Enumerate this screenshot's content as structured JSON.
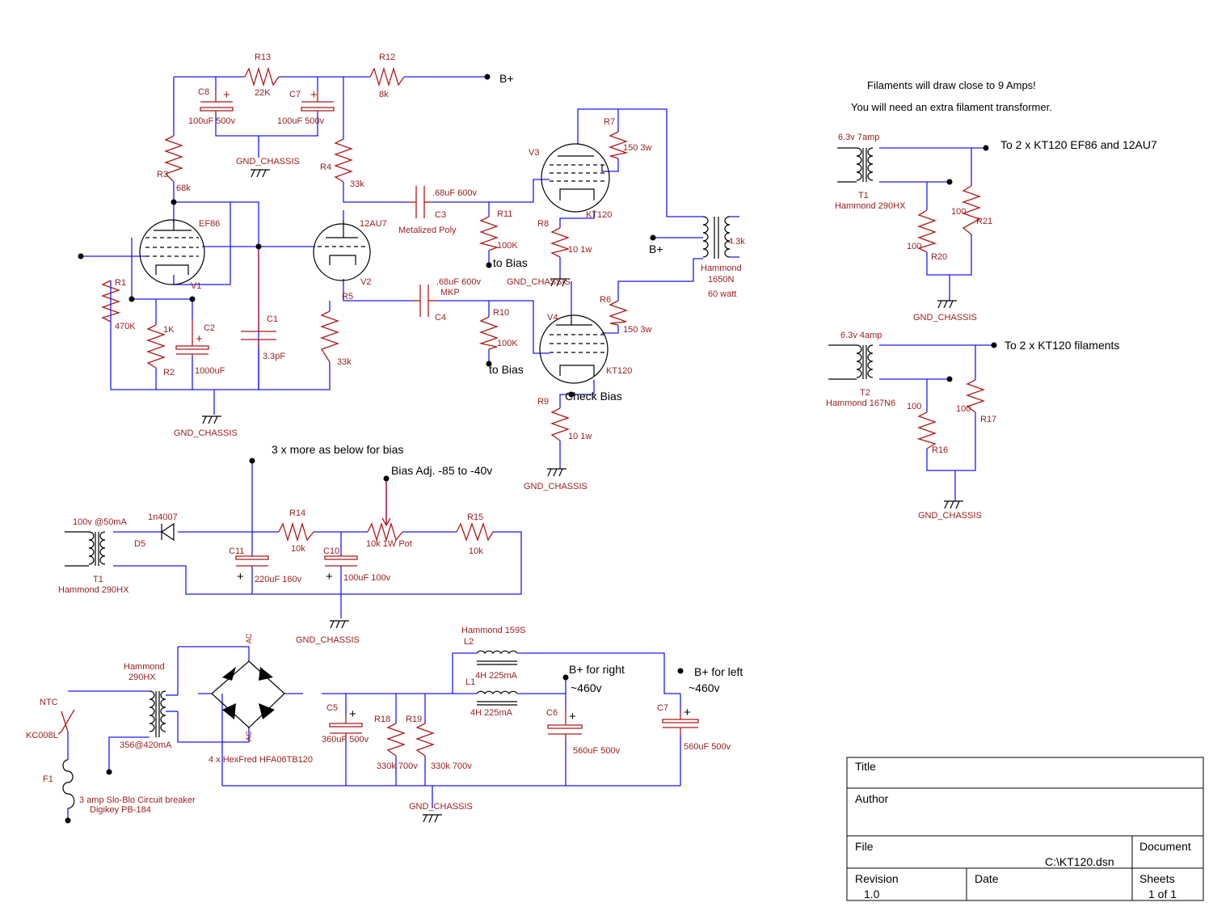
{
  "components": {
    "r13": {
      "ref": "R13",
      "value": "22K"
    },
    "r12": {
      "ref": "R12",
      "value": "8k"
    },
    "c8": {
      "ref": "C8",
      "value": "100uF 500v"
    },
    "c7a": {
      "ref": "C7",
      "value": "100uF 500v"
    },
    "r3": {
      "ref": "R3",
      "value": "68k"
    },
    "r4": {
      "ref": "R4",
      "value": "33k"
    },
    "v1": {
      "ref": "V1",
      "value": "EF86"
    },
    "v2": {
      "ref": "V2",
      "value": "12AU7"
    },
    "r1": {
      "ref": "R1",
      "value": "470K"
    },
    "r2": {
      "ref": "R2",
      "value": "1K"
    },
    "c2": {
      "ref": "C2",
      "value": "1000uF"
    },
    "c1": {
      "ref": "C1",
      "value": "3.3pF"
    },
    "r5": {
      "ref": "R5",
      "value": "33k"
    },
    "c3": {
      "ref": "C3",
      "value": ".68uF 600v",
      "note": "Metalized Poly"
    },
    "c4": {
      "ref": "C4",
      "value": ".68uF 600v",
      "note": "MKP"
    },
    "r11": {
      "ref": "R11",
      "value": "100K"
    },
    "r10": {
      "ref": "R10",
      "value": "100K"
    },
    "v3": {
      "ref": "V3",
      "value": "KT120"
    },
    "v4": {
      "ref": "V4",
      "value": "KT120"
    },
    "r7": {
      "ref": "R7",
      "value": "150 3w"
    },
    "r6": {
      "ref": "R6",
      "value": "150  3w"
    },
    "r8": {
      "ref": "R8",
      "value": "10 1w"
    },
    "r9": {
      "ref": "R9",
      "value": "10 1w"
    },
    "out_xfmr": {
      "value": "4.3k",
      "line1": "Hammond",
      "line2": "1650N",
      "line3": "60 watt"
    },
    "d5": {
      "ref": "D5",
      "value": "1n4007"
    },
    "t1_bias": {
      "ref": "T1",
      "value": "100v @50mA",
      "model": "Hammond 290HX"
    },
    "r14": {
      "ref": "R14",
      "value": "10k"
    },
    "pot": {
      "value": "10k 1W Pot"
    },
    "r15": {
      "ref": "R15",
      "value": "10k"
    },
    "c11": {
      "ref": "C11",
      "value": "220uF 160v"
    },
    "c10": {
      "ref": "C10",
      "value": "100uF 100v"
    },
    "t1_fil": {
      "ref": "T1",
      "value": "6.3v 7amp",
      "model": "Hammond 290HX"
    },
    "r20": {
      "ref": "R20",
      "value": "100"
    },
    "r21": {
      "ref": "R21",
      "value": "100"
    },
    "t2_fil": {
      "ref": "T2",
      "value": "6.3v 4amp",
      "model": "Hammond 167N6"
    },
    "r16": {
      "ref": "R16",
      "value": "100"
    },
    "r17": {
      "ref": "R17",
      "value": "100"
    },
    "psu_xfmr": {
      "line1": "Hammond",
      "line2": "290HX",
      "value": "356@420mA"
    },
    "ntc": {
      "ref": "NTC",
      "value": "KC008L"
    },
    "f1": {
      "ref": "F1",
      "value": "3 amp Slo-Blo Circuit breaker",
      "model": "Digikey PB-184"
    },
    "bridge": {
      "value": "4 x HexFred HFA06TB120",
      "ac": "AC"
    },
    "c5": {
      "ref": "C5",
      "value": "360uF 500v"
    },
    "r18": {
      "ref": "R18",
      "value": "330k 700v"
    },
    "r19": {
      "ref": "R19",
      "value": "330k 700v"
    },
    "l2": {
      "ref": "L2",
      "value": "4H 225mA",
      "model": "Hammond 159S"
    },
    "l1": {
      "ref": "L1",
      "value": "4H 225mA"
    },
    "c6": {
      "ref": "C6",
      "value": "560uF 500v"
    },
    "c7b": {
      "ref": "C7",
      "value": "560uF 500v"
    }
  },
  "ground_label": "GND_CHASSIS",
  "nets": {
    "bplus": "B+",
    "to_bias": "to Bias",
    "check_bias": "Check Bias",
    "bias_more": "3 x more as below for bias",
    "bias_adj": "Bias Adj. -85 to -40v",
    "fil_to_kt_ef": "To 2 x KT120 EF86 and 12AU7",
    "fil_to_kt": "To 2 x KT120 filaments",
    "bplus_right": "B+ for right",
    "bplus_left": "B+ for left",
    "volt": "~460v"
  },
  "notes": {
    "line1": "Filaments will draw close to 9 Amps!",
    "line2": "You will need an extra filament transformer."
  },
  "title_block": {
    "title_label": "Title",
    "title_value": "",
    "author_label": "Author",
    "author_value": "",
    "file_label": "File",
    "file_value": "C:\\KT120.dsn",
    "document_label": "Document",
    "document_value": "",
    "revision_label": "Revision",
    "revision_value": "1.0",
    "date_label": "Date",
    "date_value": "",
    "sheets_label": "Sheets",
    "sheets_value": "1 of 1"
  },
  "colors": {
    "wire": "#1a1aff",
    "component": "#b01818",
    "label": "#9a1c1c"
  }
}
